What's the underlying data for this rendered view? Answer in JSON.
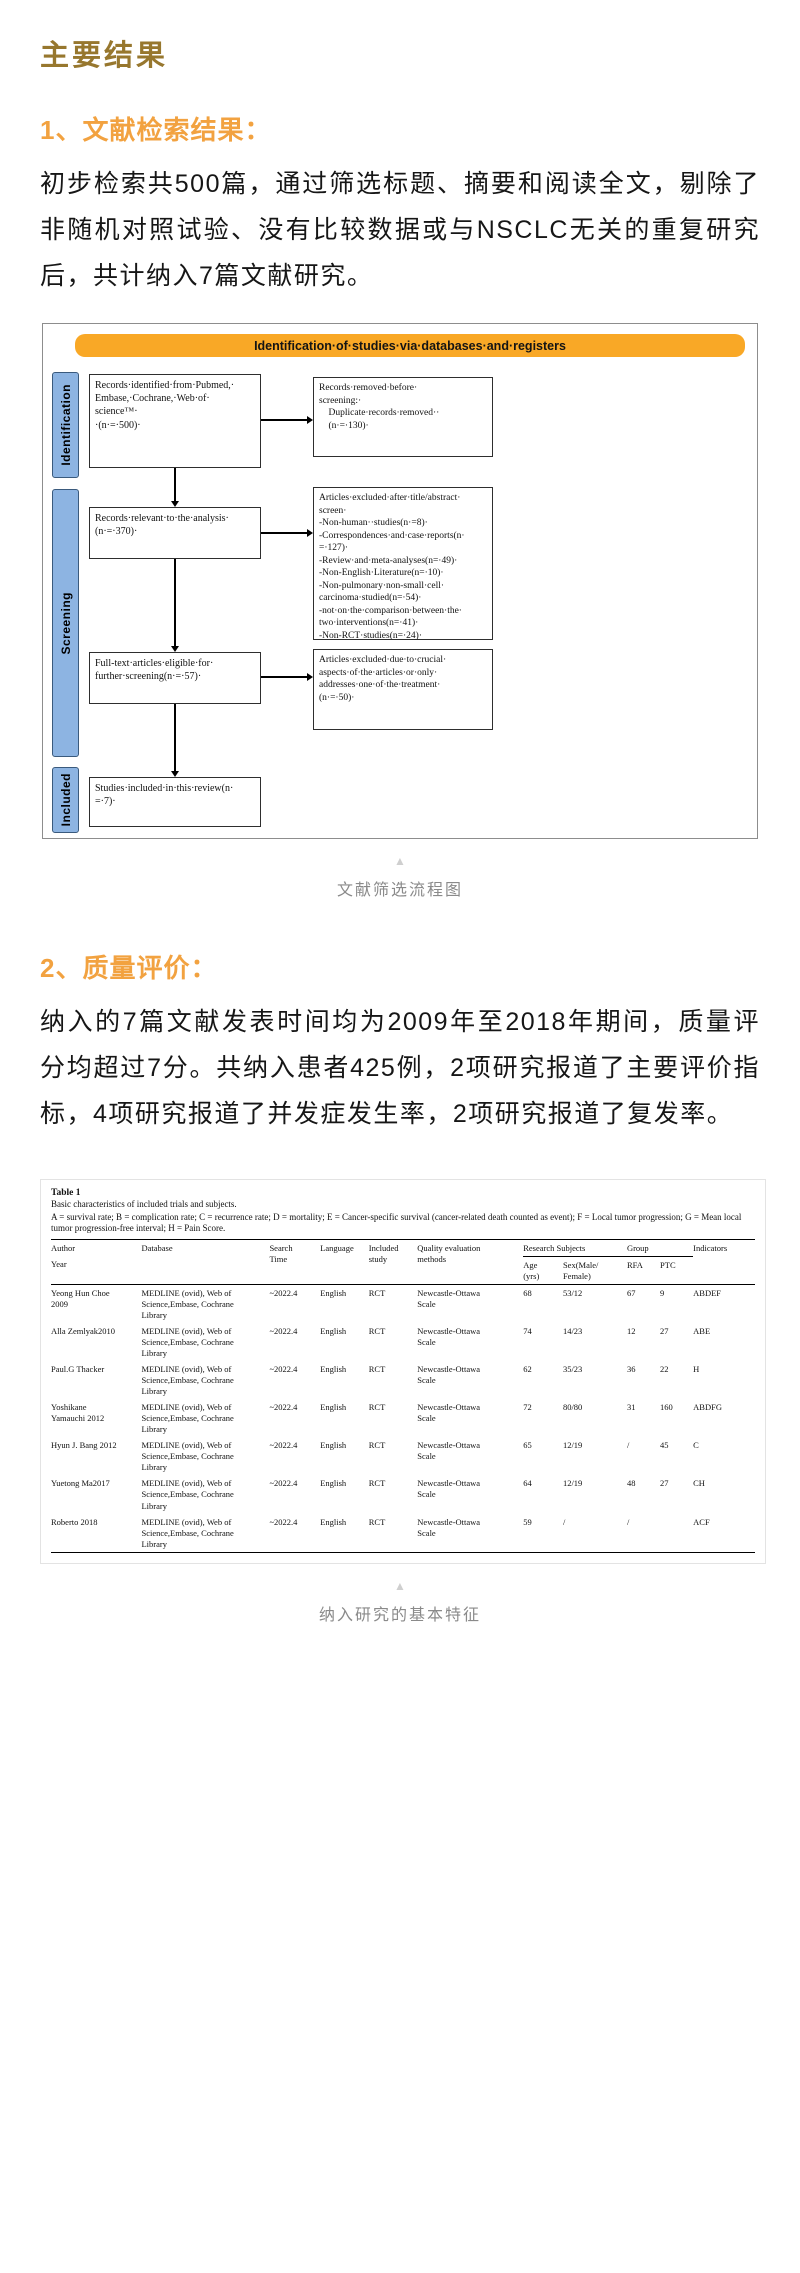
{
  "page": {
    "title": "主要结果"
  },
  "icons": {
    "collapse_triangle": "▲"
  },
  "section1": {
    "heading": "1、文献检索结果：",
    "paragraph": "初步检索共500篇，通过筛选标题、摘要和阅读全文，剔除了非随机对照试验、没有比较数据或与NSCLC无关的重复研究后，共计纳入7篇文献研究。",
    "figure_caption": "文献筛选流程图"
  },
  "flowchart": {
    "header": "Identification·of·studies·via·databases·and·registers",
    "stages": [
      "Identification",
      "Screening",
      "Included"
    ],
    "left_boxes": [
      "Records·identified·from·Pubmed,·\nEmbase,·Cochrane,·Web·of·\nscience™·\n·(n·=·500)·",
      "Records·relevant·to·the·analysis·\n(n·=·370)·",
      "Full-text·articles·eligible·for·\nfurther·screening(n·=·57)·",
      "Studies·included·in·this·review(n·\n=·7)·"
    ],
    "right_boxes": [
      "Records·removed·before·\nscreening:·\n    Duplicate·records·removed··\n    (n·=·130)·",
      "Articles·excluded·after·title/abstract·\nscreen·\n-Non-human··studies(n·=8)·\n-Correspondences·and·case·reports(n·\n=·127)·\n-Review·and·meta-analyses(n=·49)·\n-Non-English·Literature(n=·10)·\n-Non-pulmonary·non-small·cell·\ncarcinoma·studied(n=·54)·\n-not·on·the·comparison·between·the·\ntwo·interventions(n=·41)·\n-Non-RCT·studies(n=·24)·",
      "Articles·excluded·due·to·crucial·\naspects·of·the·articles·or·only·\naddresses·one·of·the·treatment·\n(n·=·50)·"
    ]
  },
  "section2": {
    "heading": "2、质量评价：",
    "paragraph": "纳入的7篇文献发表时间均为2009年至2018年期间，质量评分均超过7分。共纳入患者425例，2项研究报道了主要评价指标，4项研究报道了并发症发生率，2项研究报道了复发率。",
    "figure_caption": "纳入研究的基本特征"
  },
  "table": {
    "title": "Table 1",
    "subtitle": "Basic characteristics of included trials and subjects.",
    "legend": "A = survival rate; B = complication rate; C = recurrence rate; D = mortality; E = Cancer-specific survival (cancer-related death counted as event); F = Local tumor progression; G = Mean local tumor progression-free interval; H = Pain Score.",
    "header": {
      "author": "Author",
      "year": "Year",
      "database": "Database",
      "search_time": "Search\nTime",
      "language": "Language",
      "included_study": "Included\nstudy",
      "quality": "Quality evaluation\nmethods",
      "subjects": "Research Subjects",
      "age": "Age\n(yrs)",
      "sex": "Sex(Male/\nFemale)",
      "group": "Group",
      "rfa": "RFA",
      "ptc": "PTC",
      "indicators": "Indicators"
    },
    "rows": [
      [
        "Yeong Hun Choe\n 2009",
        "MEDLINE (ovid), Web of\nScience,Embase, Cochrane\nLibrary",
        "~2022.4",
        "English",
        "RCT",
        "Newcastle-Ottawa\nScale",
        "68",
        "53/12",
        "67",
        "9",
        "ABDEF"
      ],
      [
        "Alla Zemlyak2010",
        "MEDLINE (ovid), Web of\nScience,Embase, Cochrane\nLibrary",
        "~2022.4",
        "English",
        "RCT",
        "Newcastle-Ottawa\nScale",
        "74",
        "14/23",
        "12",
        "27",
        "ABE"
      ],
      [
        "Paul.G Thacker",
        "MEDLINE (ovid), Web of\nScience,Embase, Cochrane\nLibrary",
        "~2022.4",
        "English",
        "RCT",
        "Newcastle-Ottawa\nScale",
        "62",
        "35/23",
        "36",
        "22",
        "H"
      ],
      [
        "Yoshikane\nYamauchi 2012",
        "MEDLINE (ovid), Web of\nScience,Embase, Cochrane\nLibrary",
        "~2022.4",
        "English",
        "RCT",
        "Newcastle-Ottawa\nScale",
        "72",
        "80/80",
        "31",
        "160",
        "ABDFG"
      ],
      [
        "Hyun J. Bang 2012",
        "MEDLINE (ovid), Web of\nScience,Embase, Cochrane\nLibrary",
        "~2022.4",
        "English",
        "RCT",
        "Newcastle-Ottawa\nScale",
        "65",
        "12/19",
        "/",
        "45",
        "C"
      ],
      [
        "Yuetong Ma2017",
        "MEDLINE (ovid), Web of\nScience,Embase, Cochrane\nLibrary",
        "~2022.4",
        "English",
        "RCT",
        "Newcastle-Ottawa\nScale",
        "64",
        "12/19",
        "48",
        "27",
        "CH"
      ],
      [
        "Roberto 2018",
        "MEDLINE (ovid), Web of\nScience,Embase, Cochrane\nLibrary",
        "~2022.4",
        "English",
        "RCT",
        "Newcastle-Ottawa\nScale",
        "59",
        "/",
        "/",
        "",
        "ACF"
      ]
    ]
  },
  "colors": {
    "heading_brown": "#97772e",
    "heading_orange": "#f2a240",
    "flow_header_bg": "#f9a826",
    "flow_stage_bg": "#8db4e2",
    "caption_gray": "#8a8a8a"
  }
}
